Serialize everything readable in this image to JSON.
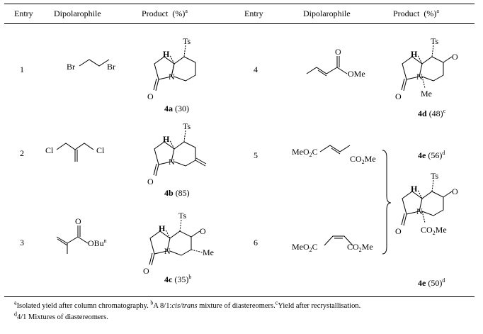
{
  "headers": {
    "entry": "Entry",
    "dipolarophile": "Dipolarophile",
    "product": "Product",
    "product_pct": "(%)",
    "product_sup": "a",
    "entry_r": "Entry",
    "dipolarophile_r": "Dipolarophile",
    "product_r": "Product",
    "product_pct_r": "(%)",
    "product_sup_r": "a"
  },
  "rows": [
    {
      "entry": "1",
      "prod_id": "4a",
      "yield": "(30)",
      "yield_sup": ""
    },
    {
      "entry": "2",
      "prod_id": "4b",
      "yield": "(85)",
      "yield_sup": ""
    },
    {
      "entry": "3",
      "prod_id": "4c",
      "yield": "(35)",
      "yield_sup": "b"
    },
    {
      "entry": "4",
      "prod_id": "4d",
      "yield": "(48)",
      "yield_sup": "c"
    },
    {
      "entry": "5",
      "prod_id": "4e",
      "yield": "(56)",
      "yield_sup": "d"
    },
    {
      "entry": "6",
      "prod_id": "4e",
      "yield": "(50)",
      "yield_sup": "d"
    }
  ],
  "labels": {
    "br": "Br",
    "cl": "Cl",
    "obu": "OBu",
    "obu_sup": "n",
    "ome": "OMe",
    "ts": "Ts",
    "h": "H",
    "n": "N",
    "o": "O",
    "me": "Me",
    "meo2c": "MeO",
    "meo2c_sub": "2",
    "meo2c_c": "C",
    "co2me": "CO",
    "co2me_sub": "2",
    "co2me_me": "Me",
    "co2me_full": "CO2Me"
  },
  "footnotes": {
    "a_sup": "a",
    "a": "Isolated yield after column chromatography.",
    "b_sup": "b",
    "b_pre": "A 8/1:",
    "b_it": "cis/trans",
    "b_post": " mixture of diastereomers.",
    "c_sup": "c",
    "c": "Yield after recrystallisation.",
    "d_sup": "d",
    "d": "4/1  Mixtures of diastereomers."
  }
}
